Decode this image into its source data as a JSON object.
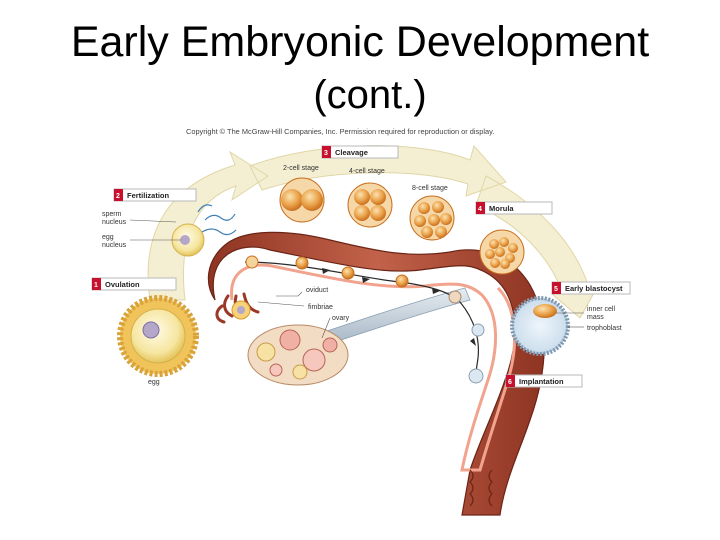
{
  "title": {
    "line1": "Early Embryonic Development",
    "line2": "(cont.)"
  },
  "copyright": "Copyright © The McGraw-Hill Companies, Inc. Permission required for reproduction or display.",
  "steps": [
    {
      "number": "1",
      "label": "Ovulation"
    },
    {
      "number": "2",
      "label": "Fertilization"
    },
    {
      "number": "3",
      "label": "Cleavage"
    },
    {
      "number": "4",
      "label": "Morula"
    },
    {
      "number": "5",
      "label": "Early blastocyst"
    },
    {
      "number": "6",
      "label": "Implantation"
    }
  ],
  "labels": {
    "sperm_nucleus": [
      "sperm",
      "nucleus"
    ],
    "egg_nucleus": [
      "egg",
      "nucleus"
    ],
    "egg": "egg",
    "two_cell": "2-cell stage",
    "four_cell": "4-cell stage",
    "eight_cell": "8-cell stage",
    "oviduct": "oviduct",
    "fimbriae": "fimbriae",
    "ovary": "ovary",
    "inner_cell_mass": [
      "inner cell",
      "mass"
    ],
    "trophoblast": "trophoblast"
  },
  "colors": {
    "label_bar": "#c8102e",
    "arrow_band": "#f4efd2",
    "tissue": "#b5533a",
    "tissue_dark": "#7a2a1c",
    "cell_orange": "#e39a3c",
    "oviduct_tube": "#c7d2dc"
  }
}
